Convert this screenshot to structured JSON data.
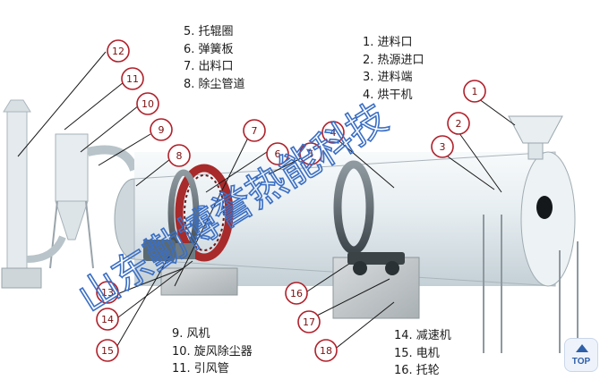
{
  "legend_top_left": [
    "5. 托辊圈",
    "6. 弹簧板",
    "7. 出料口",
    "8. 除尘管道"
  ],
  "legend_top_right": [
    "1. 进料口",
    "2. 热源进口",
    "3. 进料端",
    "4. 烘干机"
  ],
  "legend_bottom_left": [
    "9. 风机",
    "10. 旋风除尘器",
    "11. 引风管"
  ],
  "legend_bottom_right": [
    "14. 减速机",
    "15. 电机",
    "16. 托轮"
  ],
  "callouts": [
    "1",
    "2",
    "3",
    "4",
    "5",
    "6",
    "7",
    "8",
    "9",
    "10",
    "11",
    "12",
    "13",
    "14",
    "15",
    "16",
    "17",
    "18"
  ],
  "watermark": "山东勤博誉热能科技",
  "top_button": "TOP",
  "colors": {
    "callout_ring": "#b0202a",
    "machine": "#e9eff2",
    "watermark": "#3b6fc4",
    "ring_gear": "#a82a2a"
  }
}
